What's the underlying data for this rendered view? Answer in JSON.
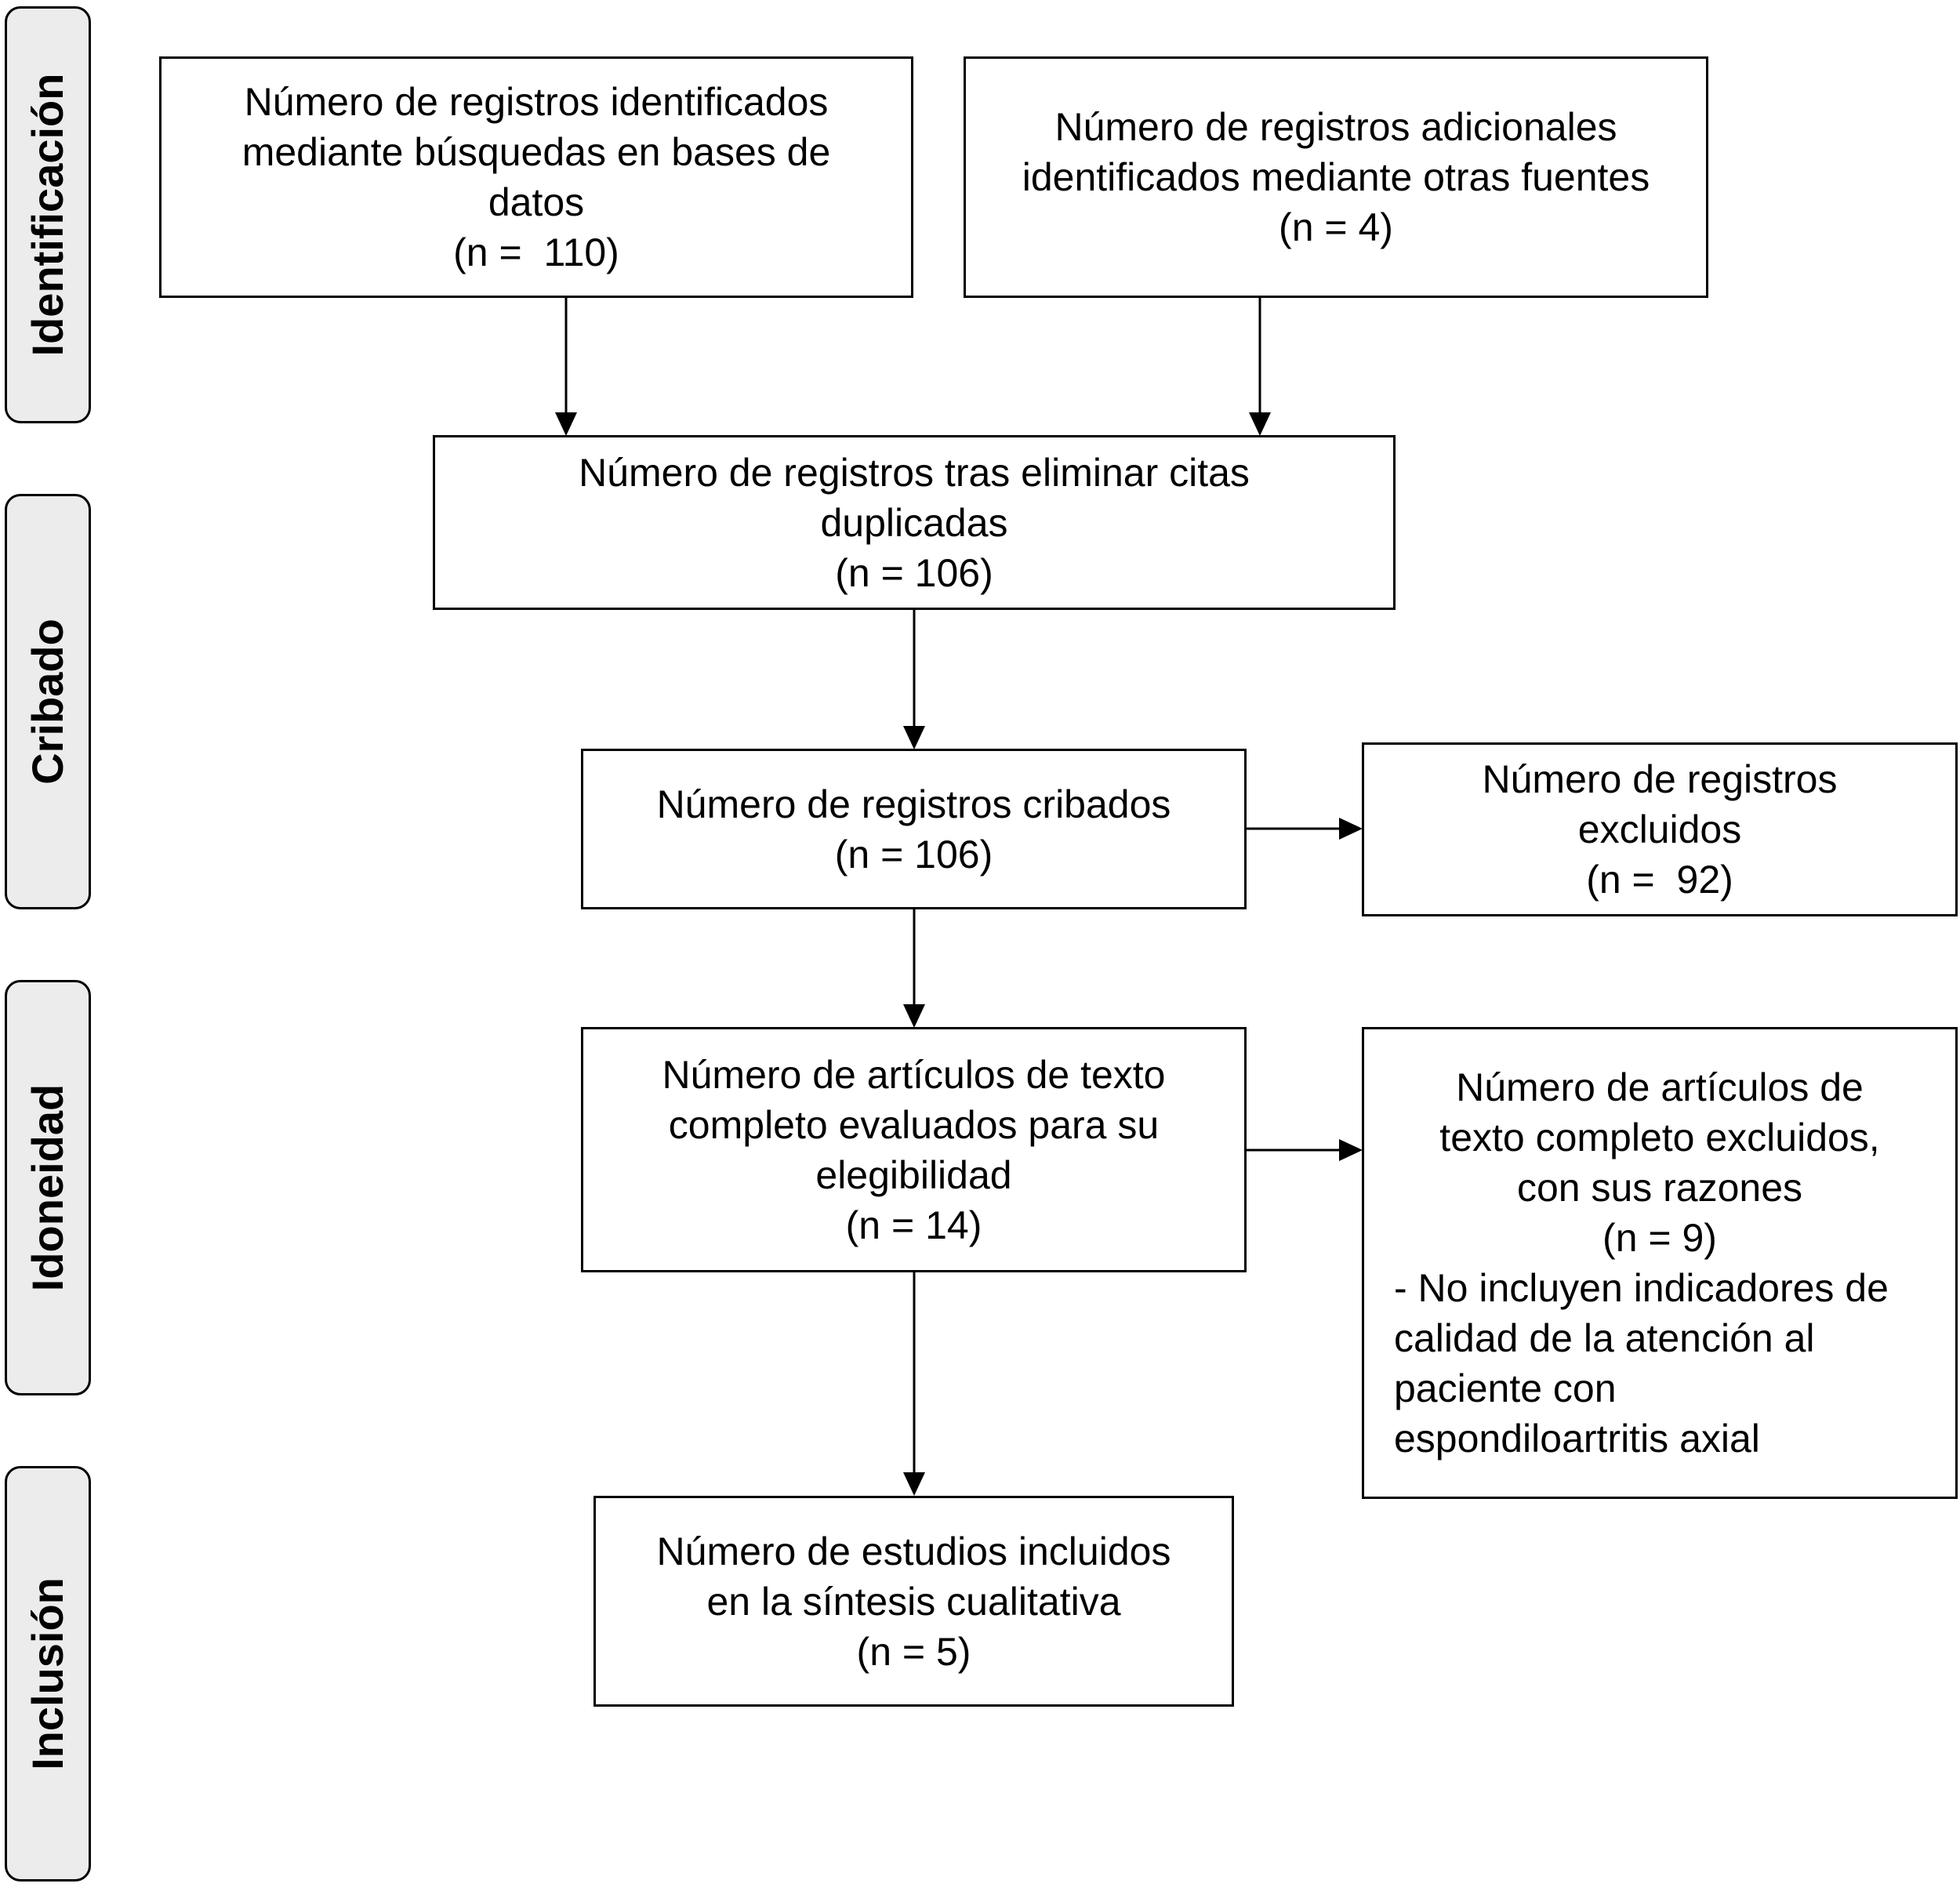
{
  "stages": [
    {
      "id": "identificacion",
      "label": "Identificación"
    },
    {
      "id": "cribado",
      "label": "Cribado"
    },
    {
      "id": "idoneidad",
      "label": "Idoneidad"
    },
    {
      "id": "inclusion",
      "label": "Inclusión"
    }
  ],
  "boxes": {
    "db_records": {
      "lines": [
        "Número de registros identificados",
        "mediante búsquedas en bases de",
        "datos",
        "(n =  110)"
      ]
    },
    "additional_records": {
      "lines": [
        "Número de registros adicionales",
        "identificados mediante otras fuentes",
        "(n = 4)"
      ]
    },
    "deduplicated": {
      "lines": [
        "Número de registros tras eliminar citas",
        "duplicadas",
        "(n = 106)"
      ]
    },
    "screened": {
      "lines": [
        "Número de registros cribados",
        "(n = 106)"
      ]
    },
    "excluded": {
      "lines": [
        "Número de registros",
        "excluidos",
        "(n =  92)"
      ]
    },
    "fulltext_assessed": {
      "lines": [
        "Número de artículos de texto",
        "completo evaluados para su",
        "elegibilidad",
        "(n = 14)"
      ]
    },
    "fulltext_excluded": {
      "lines": [
        "Número de artículos de",
        "texto completo excluidos,",
        "con sus razones",
        "(n = 9)"
      ],
      "reason_lines": [
        "- No incluyen indicadores de",
        "calidad de la atención al",
        "paciente con",
        "espondiloartritis axial"
      ]
    },
    "included": {
      "lines": [
        "Número de estudios incluidos",
        "en la síntesis cualitativa",
        "(n = 5)"
      ]
    }
  }
}
